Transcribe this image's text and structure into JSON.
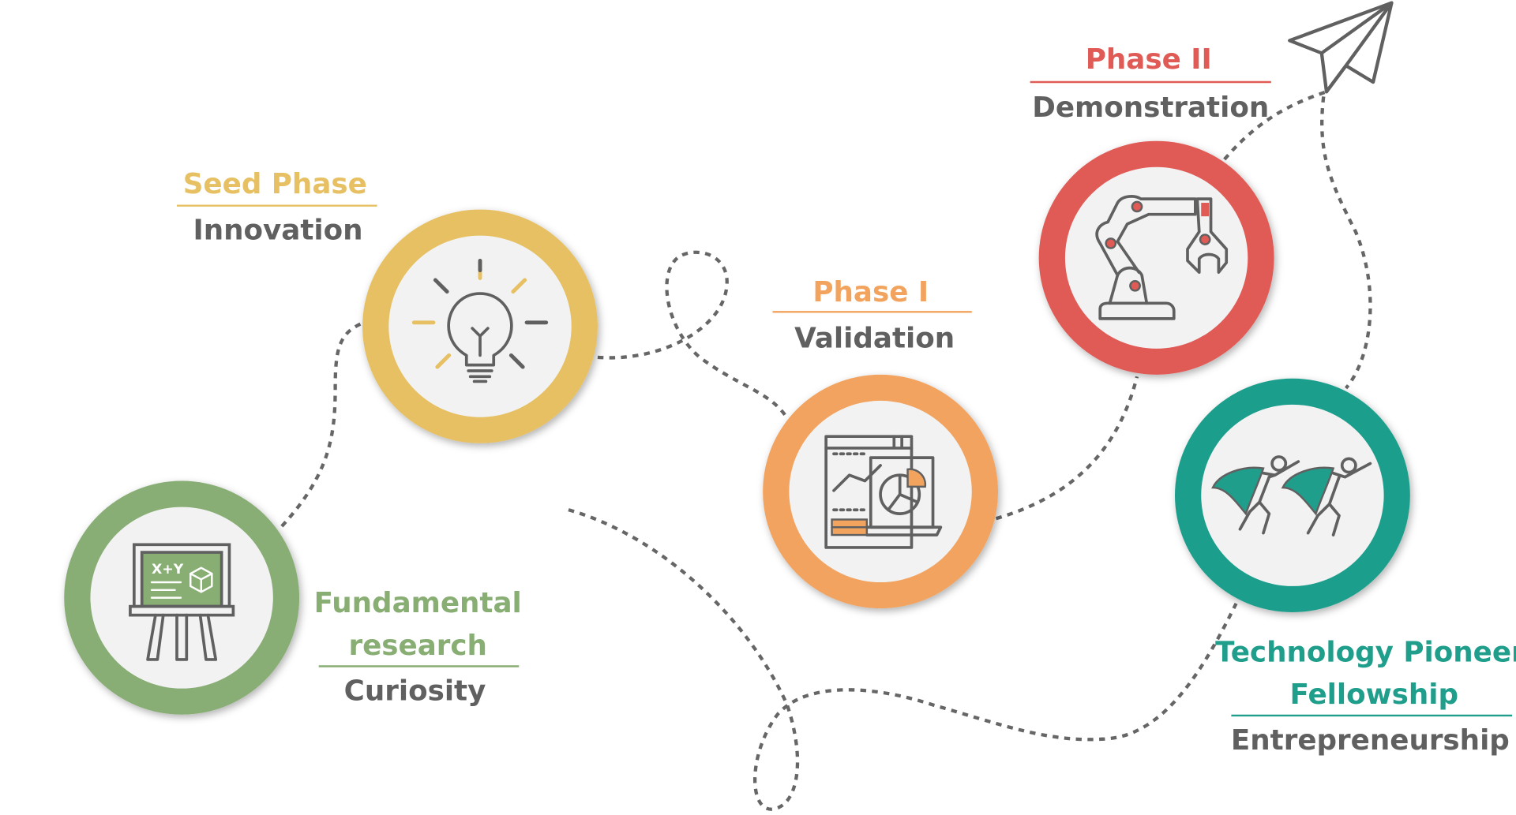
{
  "colors": {
    "fundamental": "#88AE74",
    "seed": "#E6C062",
    "phase1": "#F2A35E",
    "phase2": "#E05A56",
    "pioneer": "#1F9E8C",
    "text": "#606060",
    "inner": "#F2F2F2"
  },
  "stages": [
    {
      "id": "fundamental",
      "title_lines": [
        "Fundamental",
        "research"
      ],
      "subtitle": "Curiosity",
      "icon": "easel-board-icon"
    },
    {
      "id": "seed",
      "title_lines": [
        "Seed Phase"
      ],
      "subtitle": "Innovation",
      "icon": "lightbulb-icon"
    },
    {
      "id": "phase1",
      "title_lines": [
        "Phase I"
      ],
      "subtitle": "Validation",
      "icon": "analytics-chart-icon"
    },
    {
      "id": "phase2",
      "title_lines": [
        "Phase II"
      ],
      "subtitle": "Demonstration",
      "icon": "robot-arm-icon"
    },
    {
      "id": "pioneer",
      "title_lines": [
        "Technology Pioneer",
        "Fellowship"
      ],
      "subtitle": "Entrepreneurship",
      "icon": "superheroes-icon"
    }
  ],
  "board_text": "X+Y"
}
